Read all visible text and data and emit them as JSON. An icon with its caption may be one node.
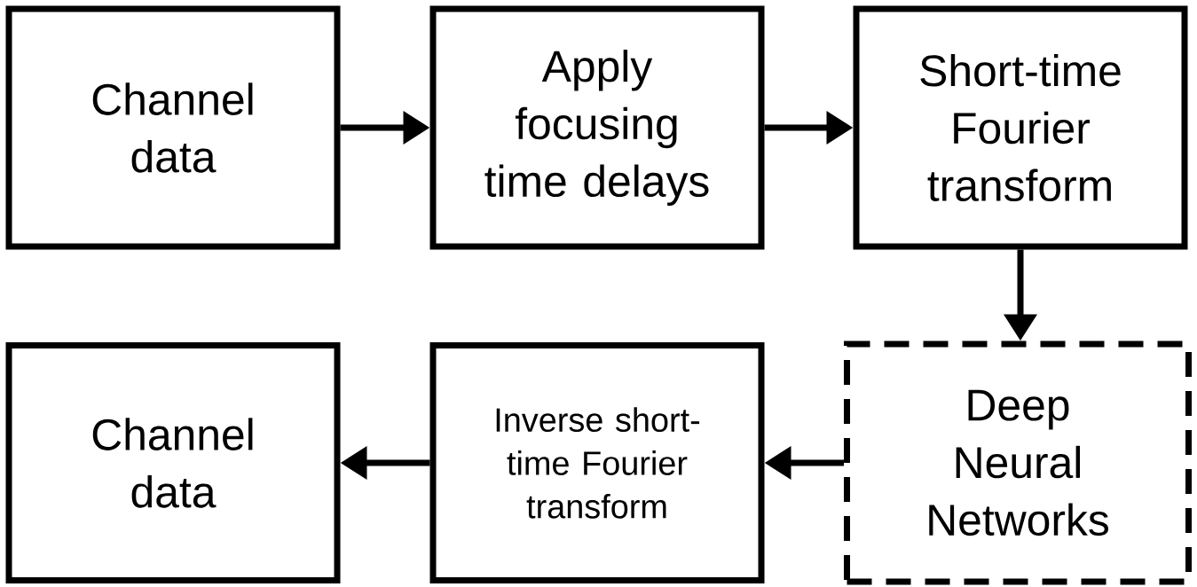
{
  "diagram": {
    "nodes": [
      {
        "text": [
          "Channel data"
        ]
      },
      {
        "text": [
          "Apply focusing time delays"
        ]
      },
      {
        "text": [
          "Short-time Fourier transform"
        ]
      },
      {
        "text": [
          "Deep Neural Networks"
        ]
      },
      {
        "text": [
          "Inverse short-time Fourier transform"
        ]
      },
      {
        "text": [
          "Channel data"
        ]
      }
    ],
    "edges": [
      {
        "from": 0,
        "to": 1,
        "arrow": "to"
      },
      {
        "from": 1,
        "to": 2,
        "arrow": "to"
      },
      {
        "from": 2,
        "to": 3,
        "arrow": "to"
      },
      {
        "from": 3,
        "to": 4,
        "arrow": "to"
      },
      {
        "from": 4,
        "to": 5,
        "arrow": "to"
      }
    ]
  }
}
